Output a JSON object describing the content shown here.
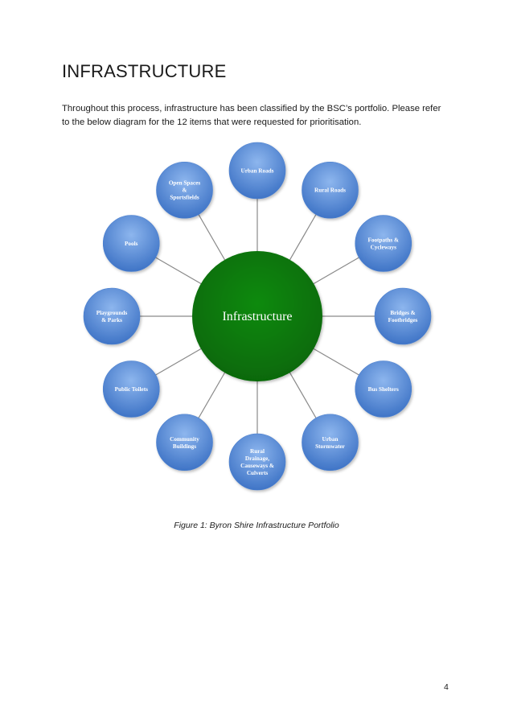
{
  "heading": "INFRASTRUCTURE",
  "intro_text": "Throughout this process, infrastructure has been classified by the BSC’s portfolio. Please refer to the below diagram for the 12 items that were requested for prioritisation.",
  "diagram": {
    "center": "Infrastructure",
    "center_color": "#0b7a0b",
    "node_color": "#5b8fd6",
    "nodes": [
      {
        "label": [
          "Urban Roads"
        ]
      },
      {
        "label": [
          "Rural Roads"
        ]
      },
      {
        "label": [
          "Footpaths &",
          "Cycleways"
        ]
      },
      {
        "label": [
          "Bridges &",
          "Footbridges"
        ]
      },
      {
        "label": [
          "Bus Shelters"
        ]
      },
      {
        "label": [
          "Urban",
          "Stormwater"
        ]
      },
      {
        "label": [
          "Rural",
          "Drainage,",
          "Causeways &",
          "Culverts"
        ]
      },
      {
        "label": [
          "Community",
          "Buildings"
        ]
      },
      {
        "label": [
          "Public Toilets"
        ]
      },
      {
        "label": [
          "Playgrounds",
          "& Parks"
        ]
      },
      {
        "label": [
          "Pools"
        ]
      },
      {
        "label": [
          "Open Spaces",
          "&",
          "Sportsfields"
        ]
      }
    ]
  },
  "caption": "Figure 1: Byron Shire Infrastructure Portfolio",
  "page_number": "4"
}
